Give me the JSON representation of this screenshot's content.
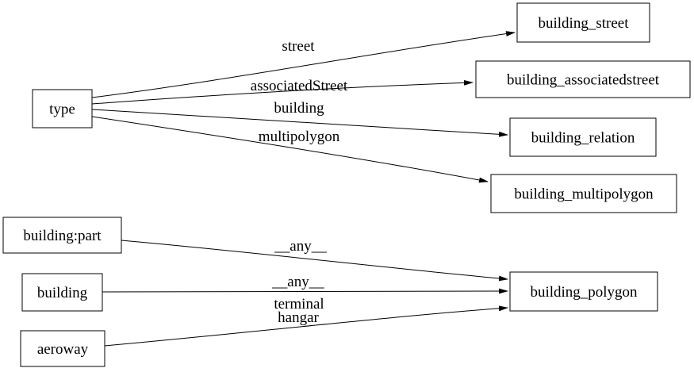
{
  "diagram": {
    "kind": "directed-graph",
    "background_color": "#ffffff",
    "node_fill_color": "#ffffff",
    "node_border_color": "#000000",
    "edge_color": "#000000",
    "text_color": "#000000",
    "nodes": [
      {
        "id": "type",
        "label": "type"
      },
      {
        "id": "building_street",
        "label": "building_street"
      },
      {
        "id": "building_associatedstreet",
        "label": "building_associatedstreet"
      },
      {
        "id": "building_relation",
        "label": "building_relation"
      },
      {
        "id": "building_multipolygon",
        "label": "building_multipolygon"
      },
      {
        "id": "building_part",
        "label": "building:part"
      },
      {
        "id": "building",
        "label": "building"
      },
      {
        "id": "aeroway",
        "label": "aeroway"
      },
      {
        "id": "building_polygon",
        "label": "building_polygon"
      }
    ],
    "edges": [
      {
        "from": "type",
        "to": "building_street",
        "label": "street"
      },
      {
        "from": "type",
        "to": "building_associatedstreet",
        "label": "associatedStreet"
      },
      {
        "from": "type",
        "to": "building_relation",
        "label": "building"
      },
      {
        "from": "type",
        "to": "building_multipolygon",
        "label": "multipolygon"
      },
      {
        "from": "building:part",
        "to": "building_polygon",
        "label": "__any__"
      },
      {
        "from": "building",
        "to": "building_polygon",
        "label": "__any__"
      },
      {
        "from": "aeroway",
        "to": "building_polygon",
        "label_lines": [
          "terminal",
          "hangar"
        ]
      }
    ]
  }
}
